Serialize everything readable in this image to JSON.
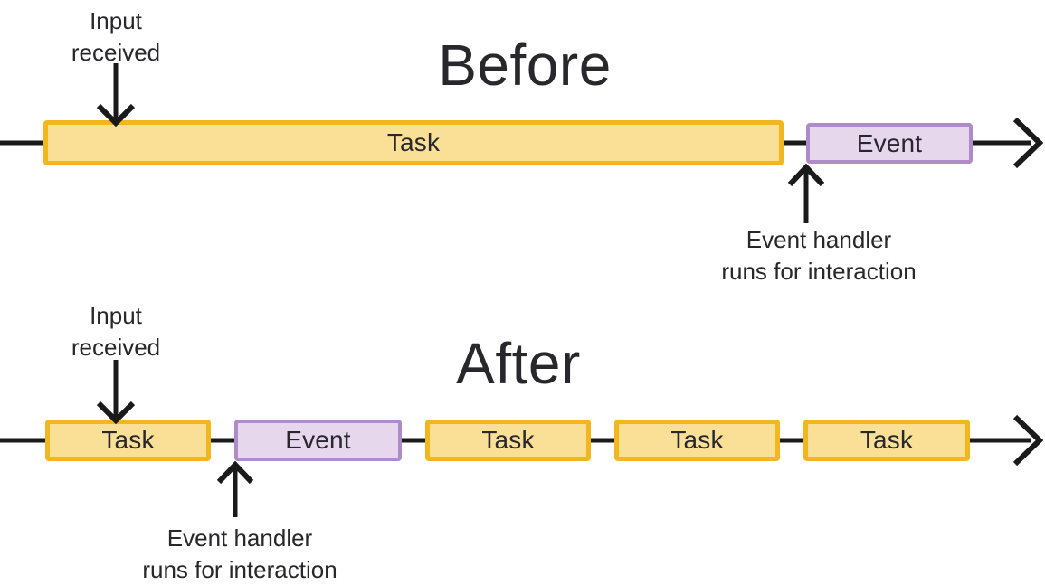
{
  "colors": {
    "task-fill": "#FAE096",
    "task-border": "#F2B71E",
    "event-fill": "#E6D7EC",
    "event-border": "#AF8BC7",
    "text": "#28272B",
    "arrow": "#1A1A1A"
  },
  "before": {
    "title": "Before",
    "input_label": [
      "Input",
      "received"
    ],
    "handler_label": [
      "Event handler",
      "runs for interaction"
    ],
    "timeline": [
      {
        "type": "task",
        "label": "Task"
      },
      {
        "type": "event",
        "label": "Event"
      }
    ]
  },
  "after": {
    "title": "After",
    "input_label": [
      "Input",
      "received"
    ],
    "handler_label": [
      "Event handler",
      "runs for interaction"
    ],
    "timeline": [
      {
        "type": "task",
        "label": "Task"
      },
      {
        "type": "event",
        "label": "Event"
      },
      {
        "type": "task",
        "label": "Task"
      },
      {
        "type": "task",
        "label": "Task"
      },
      {
        "type": "task",
        "label": "Task"
      }
    ]
  }
}
